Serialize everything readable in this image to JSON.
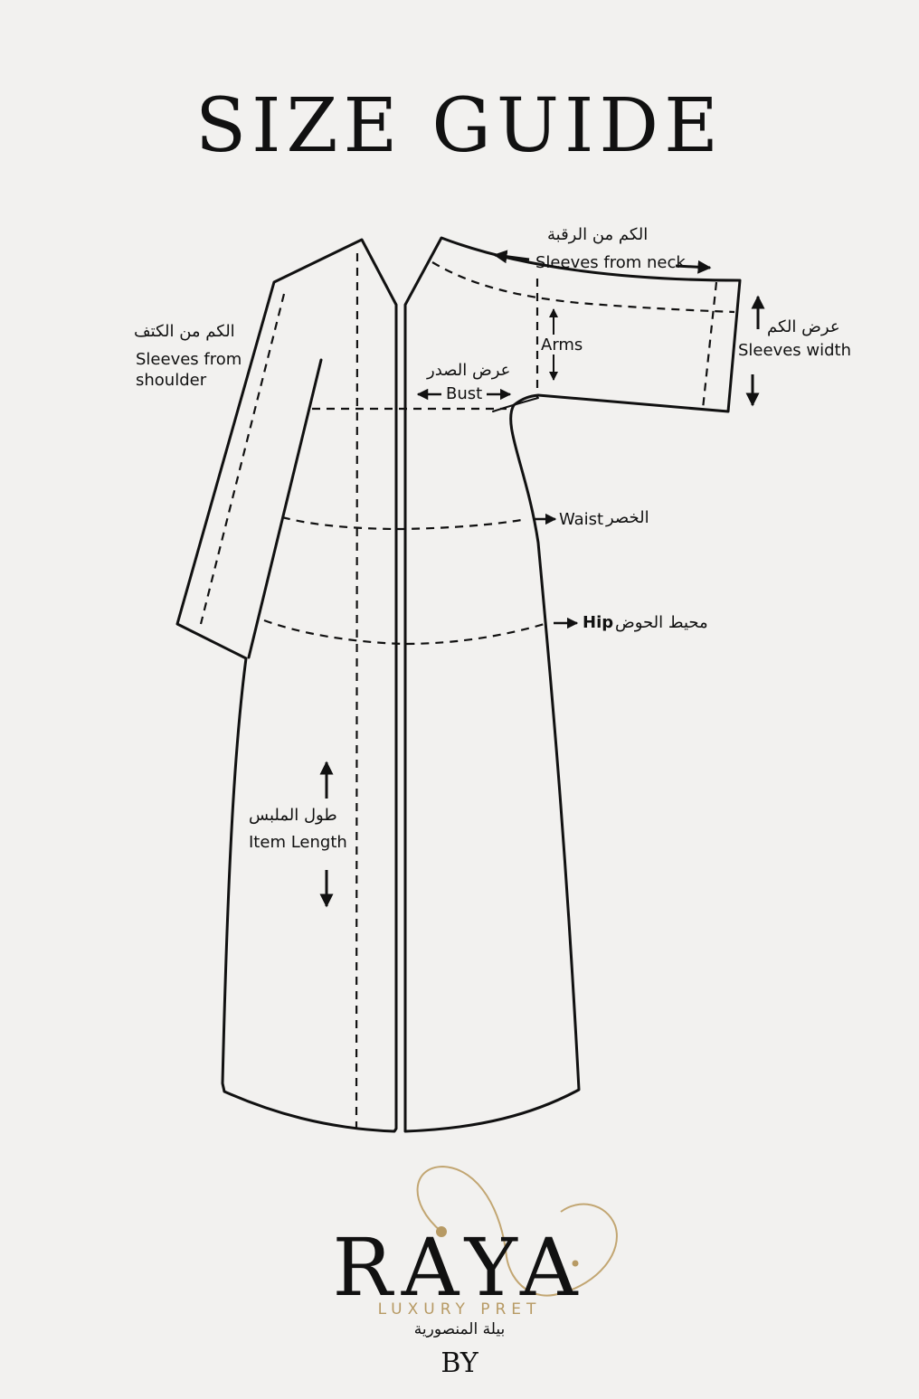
{
  "title": "SIZE GUIDE",
  "labels": {
    "sleeves_from_neck_ar": "الكم من الرقبة",
    "sleeves_from_neck_en": "Sleeves from neck",
    "sleeves_from_shoulder_ar": "الكم من الكتف",
    "sleeves_from_shoulder_en_1": "Sleeves from",
    "sleeves_from_shoulder_en_2": "shoulder",
    "sleeves_width_ar": "عرض الكم",
    "sleeves_width_en": "Sleeves width",
    "arms_en": "Arms",
    "bust_ar": "عرض الصدر",
    "bust_en": "Bust",
    "waist_en": "Waist",
    "waist_ar": "الخصر",
    "hip_en": "Hip",
    "hip_ar": "محيط الحوض",
    "item_length_ar": "طول الملبس",
    "item_length_en": "Item Length"
  },
  "brand": {
    "name": "RAYA",
    "tagline": "LUXURY PRET",
    "arabic": "بيلة المنصورية",
    "by": "BY",
    "accent_color": "#b79a64"
  },
  "icons": [
    "left-arrow-icon",
    "right-arrow-icon",
    "up-arrow-icon",
    "down-arrow-icon"
  ]
}
